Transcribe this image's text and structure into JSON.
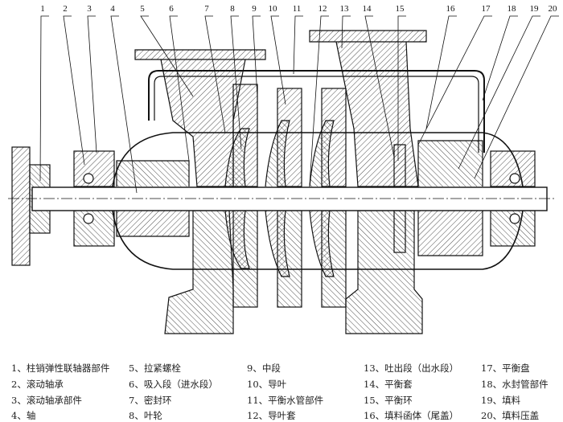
{
  "figure": {
    "callouts": [
      "1",
      "2",
      "3",
      "4",
      "5",
      "6",
      "7",
      "8",
      "9",
      "10",
      "11",
      "12",
      "13",
      "14",
      "15",
      "16",
      "17",
      "18",
      "19",
      "20"
    ]
  },
  "legend": {
    "items": [
      "1、柱销弹性联轴器部件",
      "2、滚动轴承",
      "3、滚动轴承部件",
      "4、轴",
      "5、拉紧螺栓",
      "6、吸入段（进水段）",
      "7、密封环",
      "8、叶轮",
      "9、中段",
      "10、导叶",
      "11、平衡水管部件",
      "12、导叶套",
      "13、吐出段（出水段）",
      "14、平衡套",
      "15、平衡环",
      "16、填料函体（尾盖）",
      "17、平衡盘",
      "18、水封管部件",
      "19、填料",
      "20、填料压盖"
    ]
  }
}
